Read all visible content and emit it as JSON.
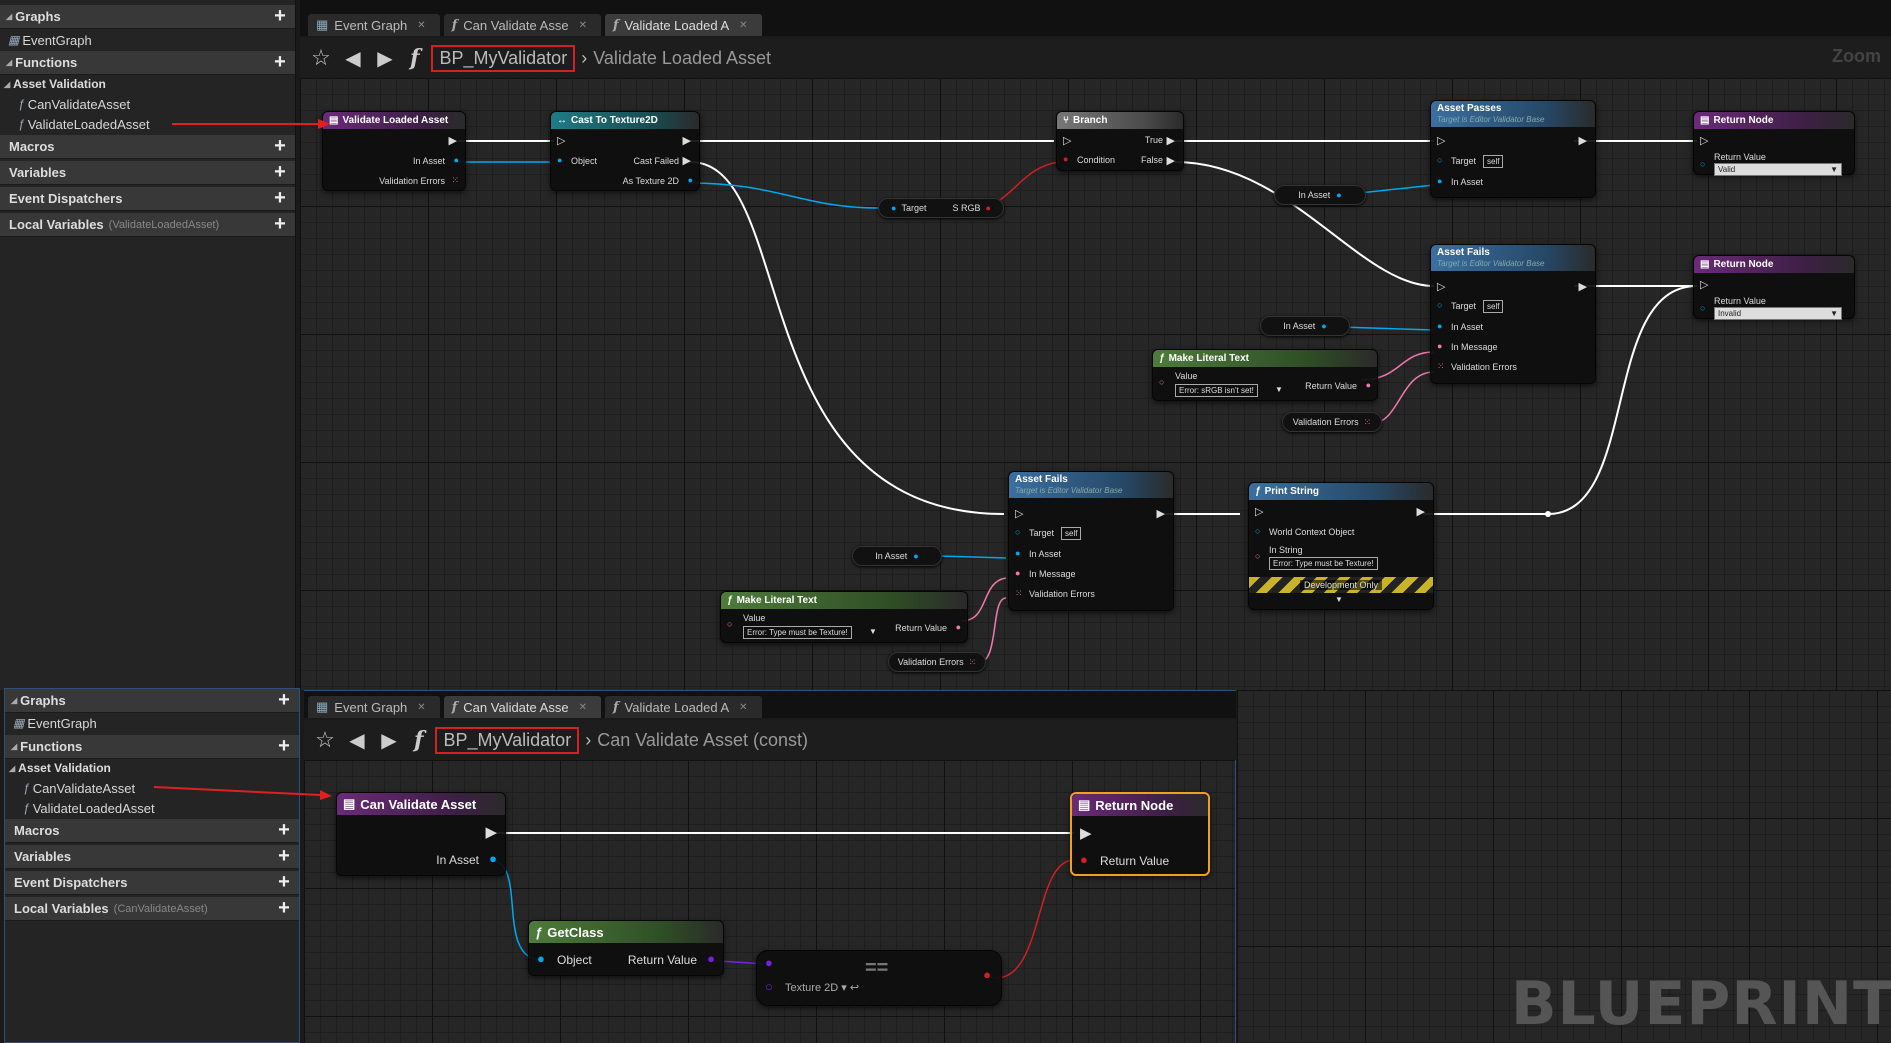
{
  "top_panel": {
    "graphs_label": "Graphs",
    "event_graph": "EventGraph",
    "functions_label": "Functions",
    "category": "Asset Validation",
    "fn1": "CanValidateAsset",
    "fn2": "ValidateLoadedAsset",
    "macros_label": "Macros",
    "variables_label": "Variables",
    "dispatchers_label": "Event Dispatchers",
    "local_vars_label": "Local Variables",
    "local_vars_scope": "(ValidateLoadedAsset)"
  },
  "bottom_panel": {
    "graphs_label": "Graphs",
    "event_graph": "EventGraph",
    "functions_label": "Functions",
    "category": "Asset Validation",
    "fn1": "CanValidateAsset",
    "fn2": "ValidateLoadedAsset",
    "macros_label": "Macros",
    "variables_label": "Variables",
    "dispatchers_label": "Event Dispatchers",
    "local_vars_label": "Local Variables",
    "local_vars_scope": "(CanValidateAsset)"
  },
  "top_graph": {
    "tabs": [
      "Event Graph",
      "Can Validate Asse",
      "Validate Loaded A"
    ],
    "blueprint": "BP_MyValidator",
    "function_title": "Validate Loaded Asset",
    "zoom": "Zoom",
    "nodes": {
      "entry": {
        "title": "Validate Loaded Asset",
        "in_asset": "In Asset",
        "validation_errors": "Validation Errors"
      },
      "cast": {
        "title": "Cast To Texture2D",
        "object": "Object",
        "cast_failed": "Cast Failed",
        "as_texture": "As Texture 2D"
      },
      "srgb": {
        "target": "Target",
        "label": "S RGB"
      },
      "branch": {
        "title": "Branch",
        "condition": "Condition",
        "true": "True",
        "false": "False"
      },
      "passes": {
        "title": "Asset Passes",
        "subtitle": "Target is Editor Validator Base",
        "target": "Target",
        "self": "self",
        "in_asset": "In Asset"
      },
      "fails1": {
        "title": "Asset Fails",
        "subtitle": "Target is Editor Validator Base",
        "target": "Target",
        "self": "self",
        "in_asset": "In Asset",
        "in_message": "In Message",
        "validation_errors": "Validation Errors"
      },
      "ret1": {
        "title": "Return Node",
        "return_value": "Return Value",
        "value": "Valid"
      },
      "ret2": {
        "title": "Return Node",
        "return_value": "Return Value",
        "value": "Invalid"
      },
      "inasset_pill1": "In Asset",
      "inasset_pill2": "In Asset",
      "inasset_pill3": "In Asset",
      "literal1": {
        "title": "Make Literal Text",
        "value": "Value",
        "return_value": "Return Value",
        "text": "Error: sRGB isn't set!"
      },
      "valerr_pill1": "Validation Errors",
      "valerr_pill2": "Validation Errors",
      "fails2": {
        "title": "Asset Fails",
        "subtitle": "Target is Editor Validator Base",
        "target": "Target",
        "self": "self",
        "in_asset": "In Asset",
        "in_message": "In Message",
        "validation_errors": "Validation Errors"
      },
      "print": {
        "title": "Print String",
        "world": "World Context Object",
        "in_string": "In String",
        "text": "Error: Type must be Texture!",
        "dev_only": "Development Only"
      },
      "literal2": {
        "title": "Make Literal Text",
        "value": "Value",
        "return_value": "Return Value",
        "text": "Error: Type must be Texture!"
      }
    }
  },
  "bottom_graph": {
    "tabs": [
      "Event Graph",
      "Can Validate Asse",
      "Validate Loaded A"
    ],
    "blueprint": "BP_MyValidator",
    "function_title": "Can Validate Asset (const)",
    "nodes": {
      "entry": {
        "title": "Can Validate Asset",
        "in_asset": "In Asset"
      },
      "ret": {
        "title": "Return Node",
        "return_value": "Return Value"
      },
      "getclass": {
        "title": "GetClass",
        "object": "Object",
        "return_value": "Return Value"
      },
      "eq": {
        "class": "Texture 2D",
        "symbol": "=="
      }
    }
  },
  "watermark": "BLUEPRINT"
}
